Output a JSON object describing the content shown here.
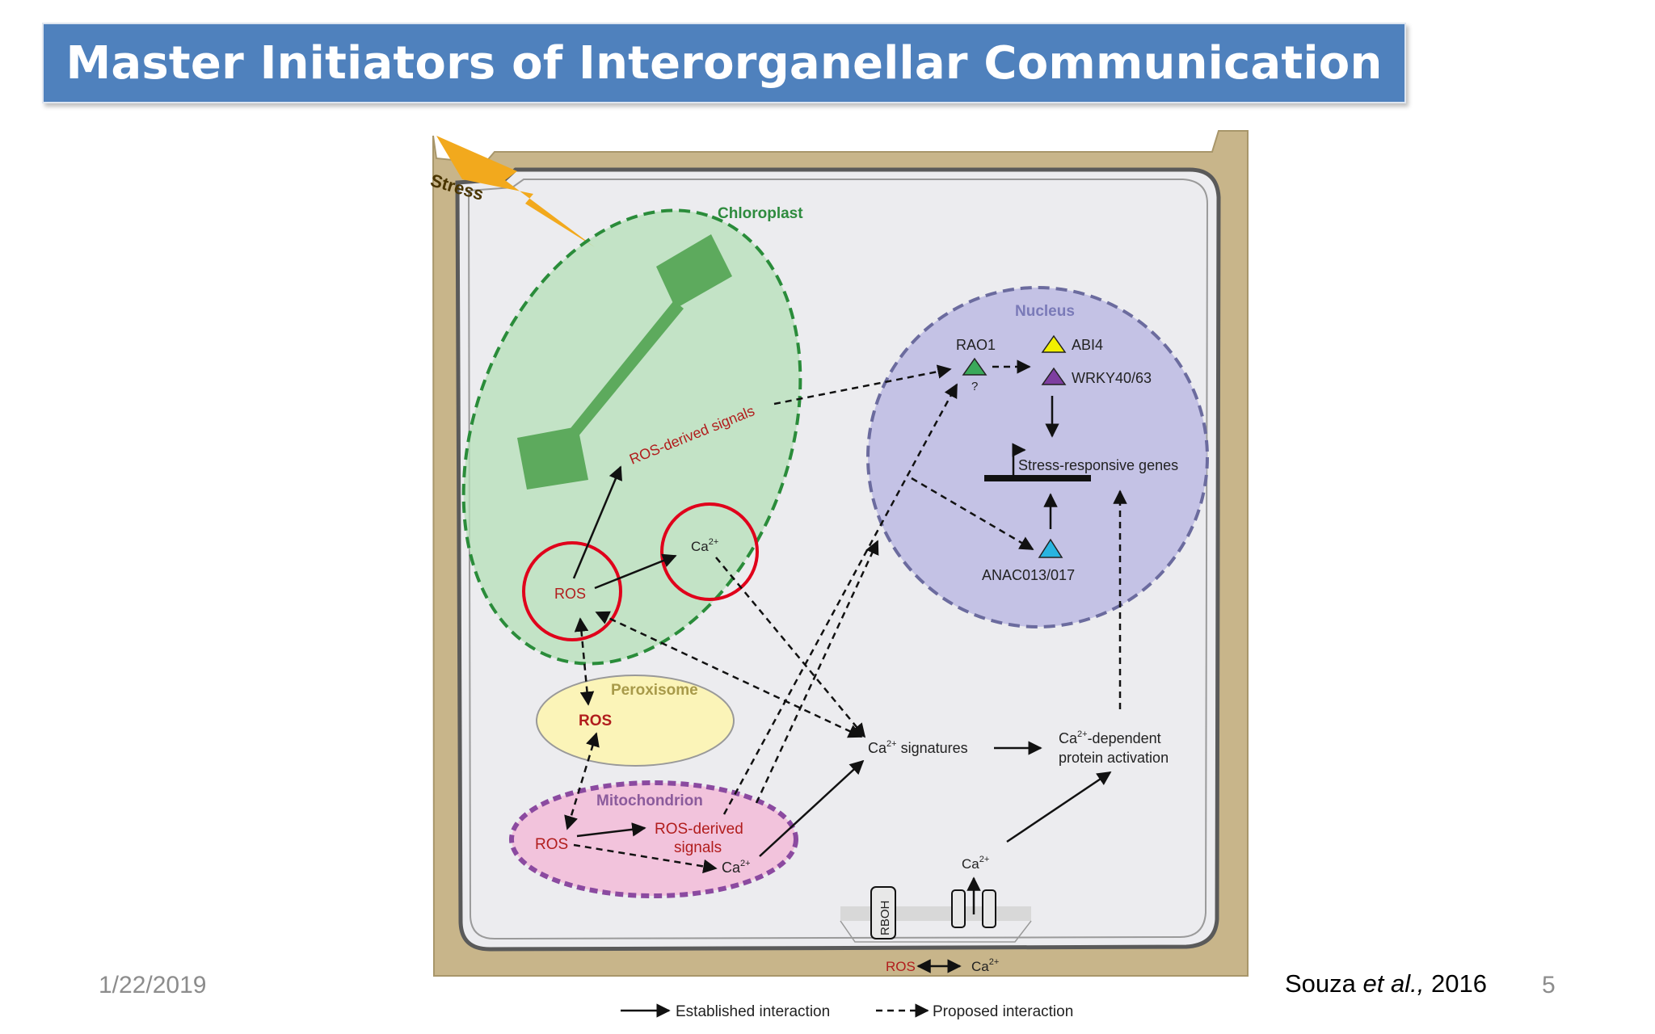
{
  "slide": {
    "title": "Master Initiators of Interorganellar Communication",
    "date": "1/22/2019",
    "citation": {
      "author": "Souza",
      "etal": "et al.,",
      "year": "2016"
    },
    "page_number": "5"
  },
  "diagram": {
    "stress": "Stress",
    "chloroplast": {
      "label": "Chloroplast",
      "ros": "ROS",
      "ros_signals": "ROS-derived signals",
      "ca": "Ca",
      "ca_sup": "2+"
    },
    "nucleus": {
      "label": "Nucleus",
      "rao1": "RAO1",
      "question": "?",
      "abi4": "ABI4",
      "wrky": "WRKY40/63",
      "genes": "Stress-responsive genes",
      "anac": "ANAC013/017"
    },
    "peroxisome": {
      "label": "Peroxisome",
      "ros": "ROS"
    },
    "mitochondrion": {
      "label": "Mitochondrion",
      "ros": "ROS",
      "signals_line1": "ROS-derived",
      "signals_line2": "signals",
      "ca": "Ca",
      "ca_sup": "2+"
    },
    "ca_signatures": {
      "ca": "Ca",
      "sup": "2+",
      "rest": " signatures"
    },
    "ca_protein": {
      "ca": "Ca",
      "sup": "2+",
      "rest": "-dependent",
      "line2": "protein activation"
    },
    "membrane": {
      "rboh": "RBOH",
      "ca": "Ca",
      "ca_sup": "2+",
      "bottom_ros": "ROS",
      "bottom_ca": "Ca",
      "bottom_sup": "2+"
    },
    "legend": {
      "established": "Established interaction",
      "proposed": "Proposed interaction"
    }
  },
  "colors": {
    "title_bg": "#4f81bd",
    "highlight_circle": "#e0001b",
    "ros_text": "#b11d1d",
    "chloroplast": "#2e8b3e",
    "nucleus": "#7a7ab8"
  }
}
